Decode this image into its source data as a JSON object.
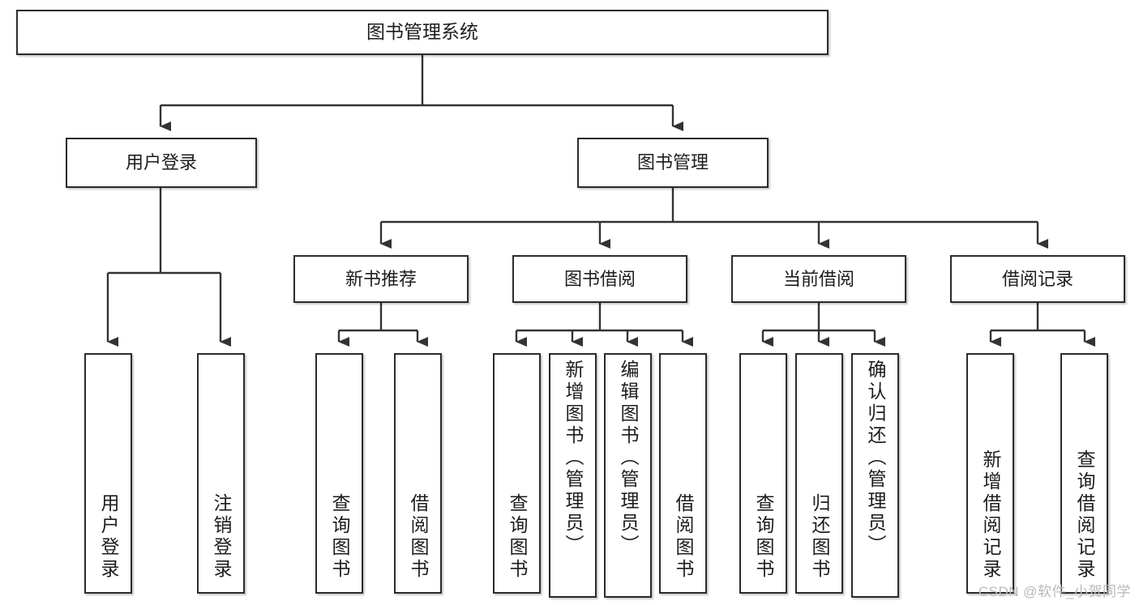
{
  "diagram": {
    "title": "图书管理系统",
    "type": "tree-hierarchy",
    "orientation": "top-down",
    "colors": {
      "box_border": "#2b2b2b",
      "box_fill": "#ffffff",
      "edge": "#333333",
      "text": "#1d1d1d",
      "watermark": "#b9b9b9"
    },
    "nodes": {
      "root": {
        "label": "图书管理系统"
      },
      "level2": [
        {
          "id": "user-login",
          "label": "用户登录"
        },
        {
          "id": "book-manage",
          "label": "图书管理"
        }
      ],
      "level3": [
        {
          "id": "new-book-recommend",
          "label": "新书推荐"
        },
        {
          "id": "book-borrow",
          "label": "图书借阅"
        },
        {
          "id": "current-borrow",
          "label": "当前借阅"
        },
        {
          "id": "borrow-record",
          "label": "借阅记录"
        }
      ],
      "leaves": {
        "user-login": [
          {
            "id": "leaf-user-login",
            "label": "用户登录"
          },
          {
            "id": "leaf-logout-login",
            "label": "注销登录"
          }
        ],
        "new-book-recommend": [
          {
            "id": "leaf-query-book-1",
            "label": "查询图书"
          },
          {
            "id": "leaf-borrow-book-1",
            "label": "借阅图书"
          }
        ],
        "book-borrow": [
          {
            "id": "leaf-query-book-2",
            "label": "查询图书"
          },
          {
            "id": "leaf-add-book",
            "label": "新增图书（管理员）"
          },
          {
            "id": "leaf-edit-book",
            "label": "编辑图书（管理员）"
          },
          {
            "id": "leaf-borrow-book-2",
            "label": "借阅图书"
          }
        ],
        "current-borrow": [
          {
            "id": "leaf-query-book-3",
            "label": "查询图书"
          },
          {
            "id": "leaf-return-book",
            "label": "归还图书"
          },
          {
            "id": "leaf-confirm-return",
            "label": "确认归还（管理员）"
          }
        ],
        "borrow-record": [
          {
            "id": "leaf-add-record",
            "label": "新增借阅记录"
          },
          {
            "id": "leaf-query-record",
            "label": "查询借阅记录"
          }
        ]
      }
    }
  },
  "watermark": {
    "text": "CSDN @软件_小贺同学"
  }
}
